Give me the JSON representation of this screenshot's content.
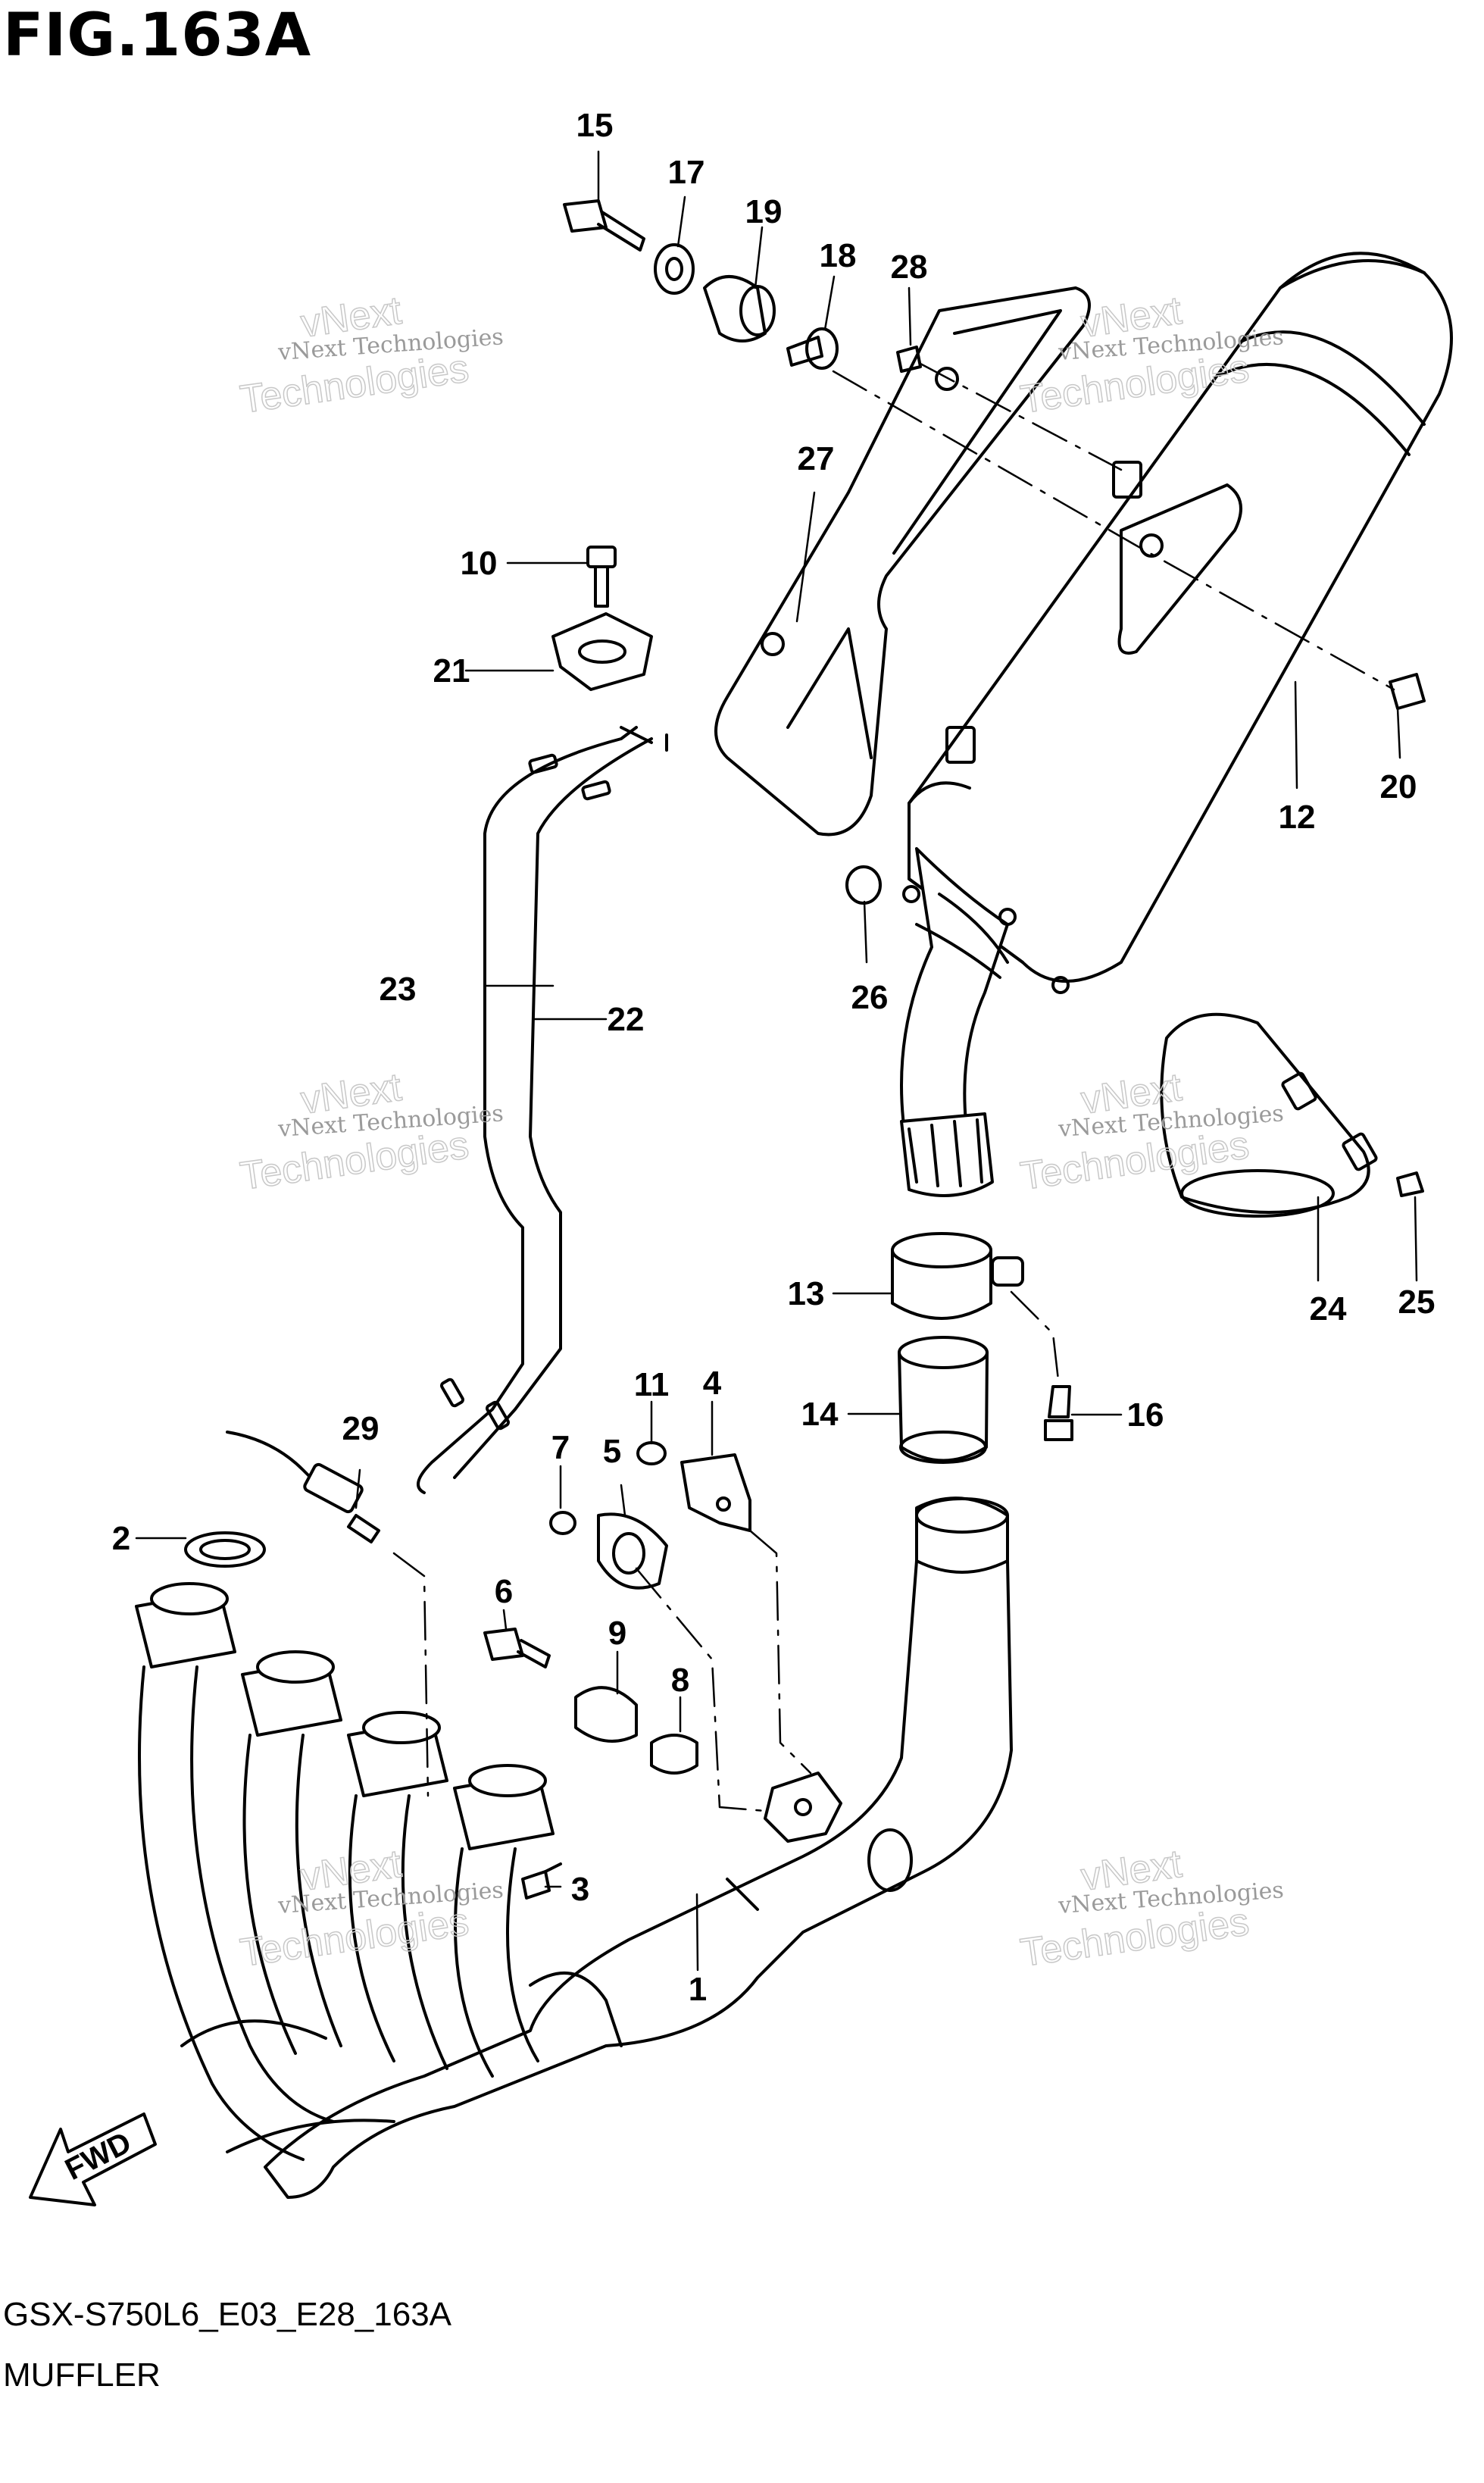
{
  "figure_title": "FIG.163A",
  "model_code": "GSX-S750L6_E03_E28_163A",
  "section_name": "MUFFLER",
  "direction_marker": "FWD",
  "watermark": {
    "line1": "vNext Technologies",
    "line2": "vNext",
    "line3": "Technologies"
  },
  "callouts": [
    {
      "id": "1"
    },
    {
      "id": "2"
    },
    {
      "id": "3"
    },
    {
      "id": "4"
    },
    {
      "id": "5"
    },
    {
      "id": "6"
    },
    {
      "id": "7"
    },
    {
      "id": "8"
    },
    {
      "id": "9"
    },
    {
      "id": "10"
    },
    {
      "id": "11"
    },
    {
      "id": "12"
    },
    {
      "id": "13"
    },
    {
      "id": "14"
    },
    {
      "id": "15"
    },
    {
      "id": "16"
    },
    {
      "id": "17"
    },
    {
      "id": "18"
    },
    {
      "id": "19"
    },
    {
      "id": "20"
    },
    {
      "id": "21"
    },
    {
      "id": "22"
    },
    {
      "id": "23"
    },
    {
      "id": "24"
    },
    {
      "id": "25"
    },
    {
      "id": "26"
    },
    {
      "id": "27"
    },
    {
      "id": "28"
    },
    {
      "id": "29"
    }
  ]
}
